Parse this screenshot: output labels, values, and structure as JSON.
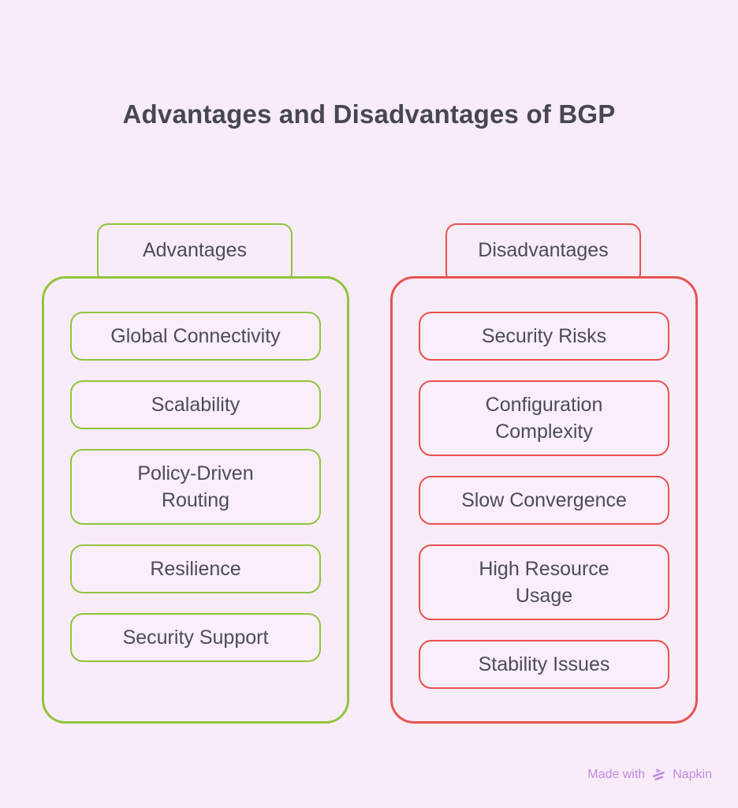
{
  "title": "Advantages and Disadvantages of BGP",
  "columns": [
    {
      "header": "Advantages",
      "accent_color": "#90c43e",
      "items": [
        "Global Connectivity",
        "Scalability",
        "Policy-Driven\nRouting",
        "Resilience",
        "Security Support"
      ]
    },
    {
      "header": "Disadvantages",
      "accent_color": "#e85350",
      "items": [
        "Security Risks",
        "Configuration\nComplexity",
        "Slow Convergence",
        "High Resource\nUsage",
        "Stability Issues"
      ]
    }
  ],
  "footer": {
    "made_with": "Made with",
    "brand": "Napkin",
    "logo_icon": "napkin-logo-icon",
    "color": "#bf8ce2"
  },
  "colors": {
    "background": "#f8ecf9",
    "advantages_green": "#90c43e",
    "disadvantages_red": "#e85350",
    "text": "#4d4c55",
    "title_text": "#47474f",
    "footer_purple": "#bf8ce2"
  }
}
